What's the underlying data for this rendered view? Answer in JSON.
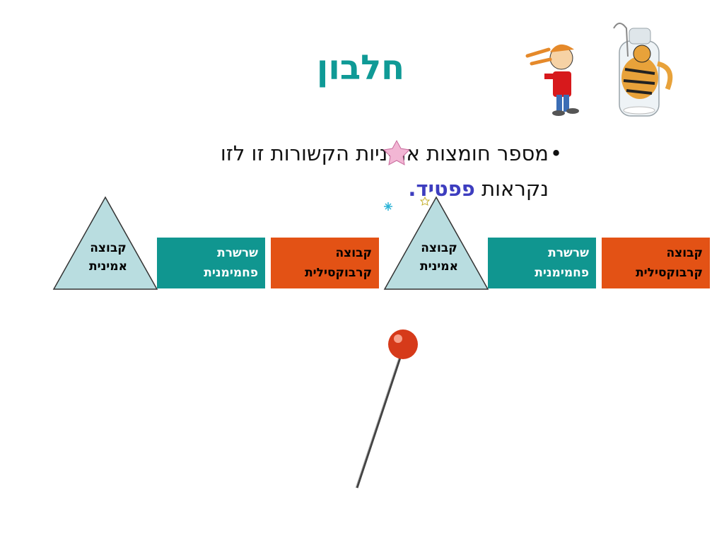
{
  "slide": {
    "title": "חלבון",
    "bullet": {
      "text_line1": "מספר חומצות אמיניות הקשורות זו לזו",
      "text_line2_prefix": "נקראות ",
      "highlight": "פפטיד",
      "suffix": "."
    }
  },
  "chain": [
    {
      "type": "triangle",
      "label_line1": "קבוצה",
      "label_line2": "אמינית"
    },
    {
      "type": "box",
      "label_line1": "שרשרת",
      "label_line2": "פחמימנית"
    },
    {
      "type": "box",
      "label_line1": "קבוצה",
      "label_line2": "קרבוקסילית"
    },
    {
      "type": "triangle",
      "label_line1": "קבוצה",
      "label_line2": "אמינית"
    },
    {
      "type": "box",
      "label_line1": "שרשרת",
      "label_line2": "פחמימנית"
    },
    {
      "type": "box",
      "label_line1": "קבוצה",
      "label_line2": "קרבוקסילית"
    }
  ],
  "colors": {
    "title": "#0f9a96",
    "highlight": "#3d3dbf",
    "teal_box": "#109690",
    "orange_box": "#e35215",
    "triangle_fill": "#b9dde0"
  },
  "icons": [
    "boy-clipart-icon",
    "cat-in-bottle-clipart-icon",
    "star-icon",
    "sparkle-icon",
    "push-pin-icon"
  ]
}
